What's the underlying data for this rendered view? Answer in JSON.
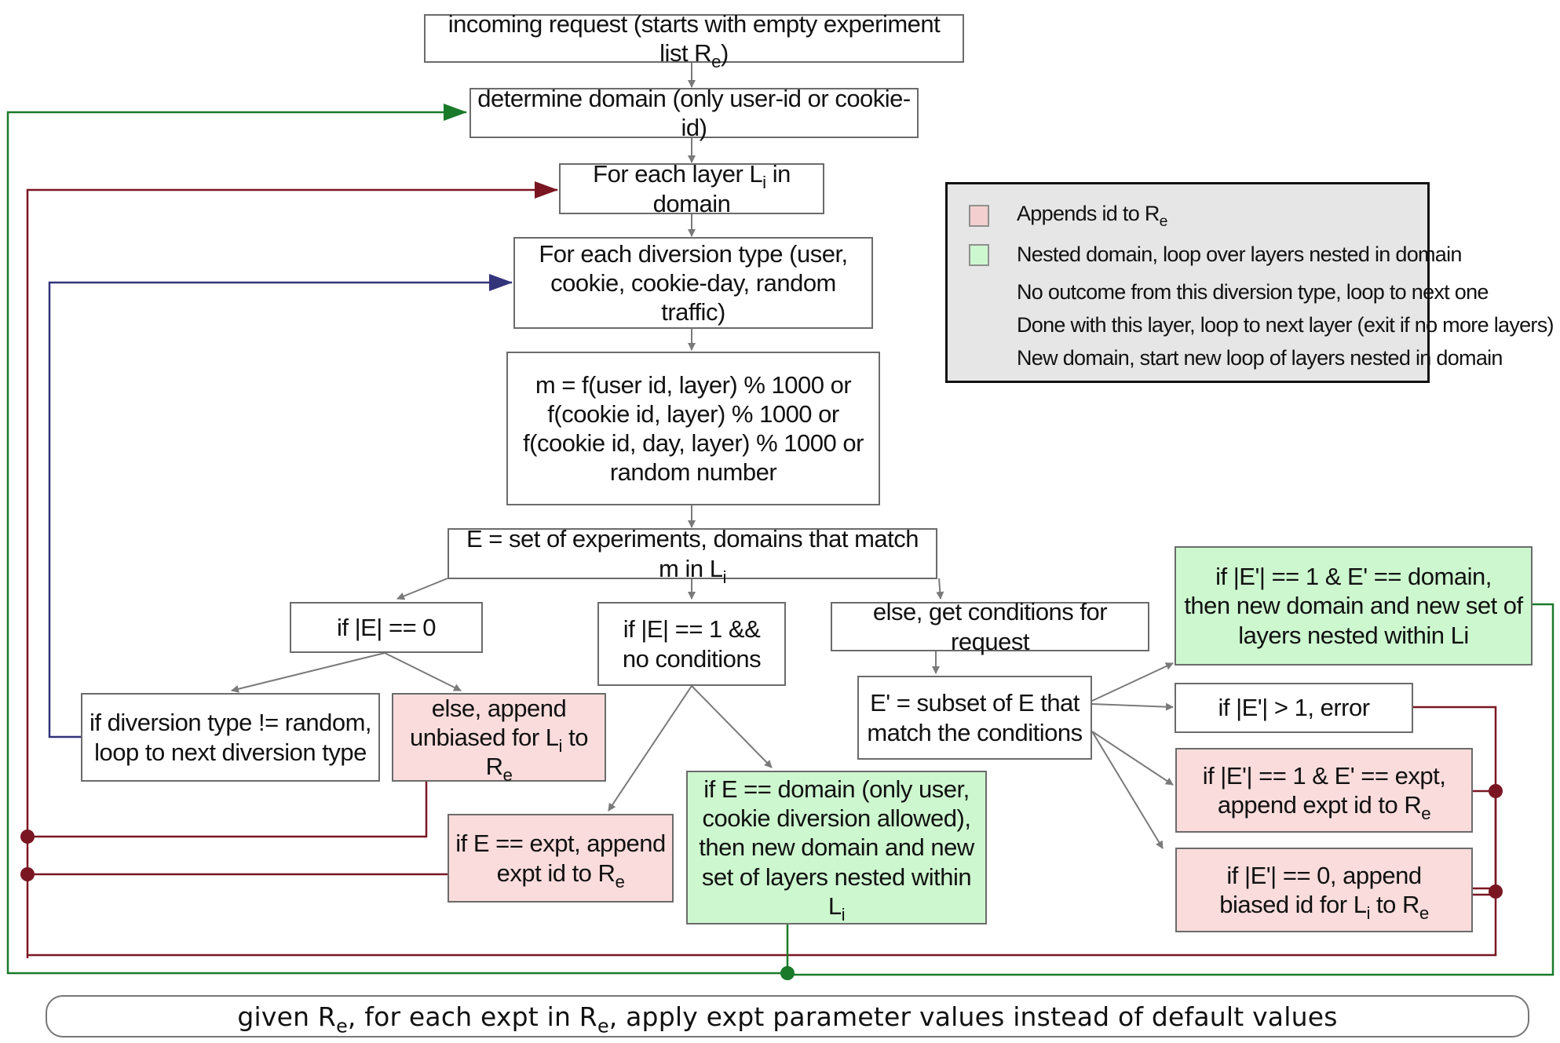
{
  "boxes": {
    "incoming": {
      "text": "incoming request (starts with  empty experiment list R",
      "sub": "e",
      "tail": ")"
    },
    "domain": {
      "text": "determine domain (only user-id or cookie-id)"
    },
    "layer": {
      "text": "For each layer L",
      "sub": "i",
      "tail": " in domain"
    },
    "diversion": {
      "line1": "For each diversion type (user,",
      "line2": "cookie, cookie-day, random traffic)"
    },
    "mcalc": {
      "line1": "m = f(user id, layer) % 1000 or",
      "line2": "f(cookie id, layer) % 1000 or",
      "line3": "f(cookie id, day, layer) % 1000 or",
      "line4": "random number"
    },
    "eset": {
      "text": "E = set of experiments, domains that match m in L",
      "sub": "i"
    },
    "if_e0": {
      "text": "if |E| == 0"
    },
    "if_e1": {
      "line1": "if |E| == 1 &&",
      "line2": "no conditions"
    },
    "else_cond": {
      "text": "else, get conditions for request"
    },
    "if_div": {
      "line1": "if diversion type != random,",
      "line2": "loop to next diversion type"
    },
    "else_append": {
      "line1": "else, append",
      "line2a": "unbiased for L",
      "line2sub1": "i",
      "line2b": " to R",
      "line2sub2": "e"
    },
    "if_expt": {
      "line1": "if E == expt, append",
      "line2a": "expt id to R",
      "line2sub": "e"
    },
    "if_domain": {
      "line1": "if E == domain (only user,",
      "line2": "cookie diversion allowed),",
      "line3": "then new domain and new",
      "line4a": "set of layers nested within L",
      "line4sub": "i"
    },
    "eprime": {
      "line1": "E' = subset of E that",
      "line2": "match the conditions"
    },
    "ep_domain": {
      "line1": "if |E'| == 1 & E' == domain,",
      "line2": "then new domain and new set of",
      "line3": "layers nested within Li"
    },
    "ep_error": {
      "text": "if |E'| > 1, error"
    },
    "ep_expt": {
      "line1": "if |E'| == 1 & E' == expt,",
      "line2a": "append expt id to R",
      "line2sub": "e"
    },
    "ep_zero": {
      "line1": "if |E'| == 0, append",
      "line2a": "biased id for L",
      "line2sub1": "i",
      "line2b": " to R",
      "line2sub2": "e"
    }
  },
  "final": {
    "a": "given R",
    "sub1": "e",
    "b": ", for each expt in R",
    "sub2": "e",
    "c": ", apply expt parameter values instead of default values"
  },
  "legend": {
    "items": [
      {
        "text": "Appends id to R",
        "sub": "e",
        "color": "#f4cfcf"
      },
      {
        "text": "Nested domain, loop over layers nested in domain",
        "color": "#cdf8cf"
      },
      {
        "text": "No outcome from this diversion type, loop to next one",
        "color": "#33347a"
      },
      {
        "text": "Done with this layer, loop to next layer (exit if no more layers)",
        "color": "#7a1622"
      },
      {
        "text": "New domain, start new loop of layers nested in domain",
        "color": "#1a7a2a"
      }
    ]
  },
  "colors": {
    "gray": "#7a7a7a",
    "blue": "#33347a",
    "red": "#7a1622",
    "green": "#1a7a2a"
  }
}
